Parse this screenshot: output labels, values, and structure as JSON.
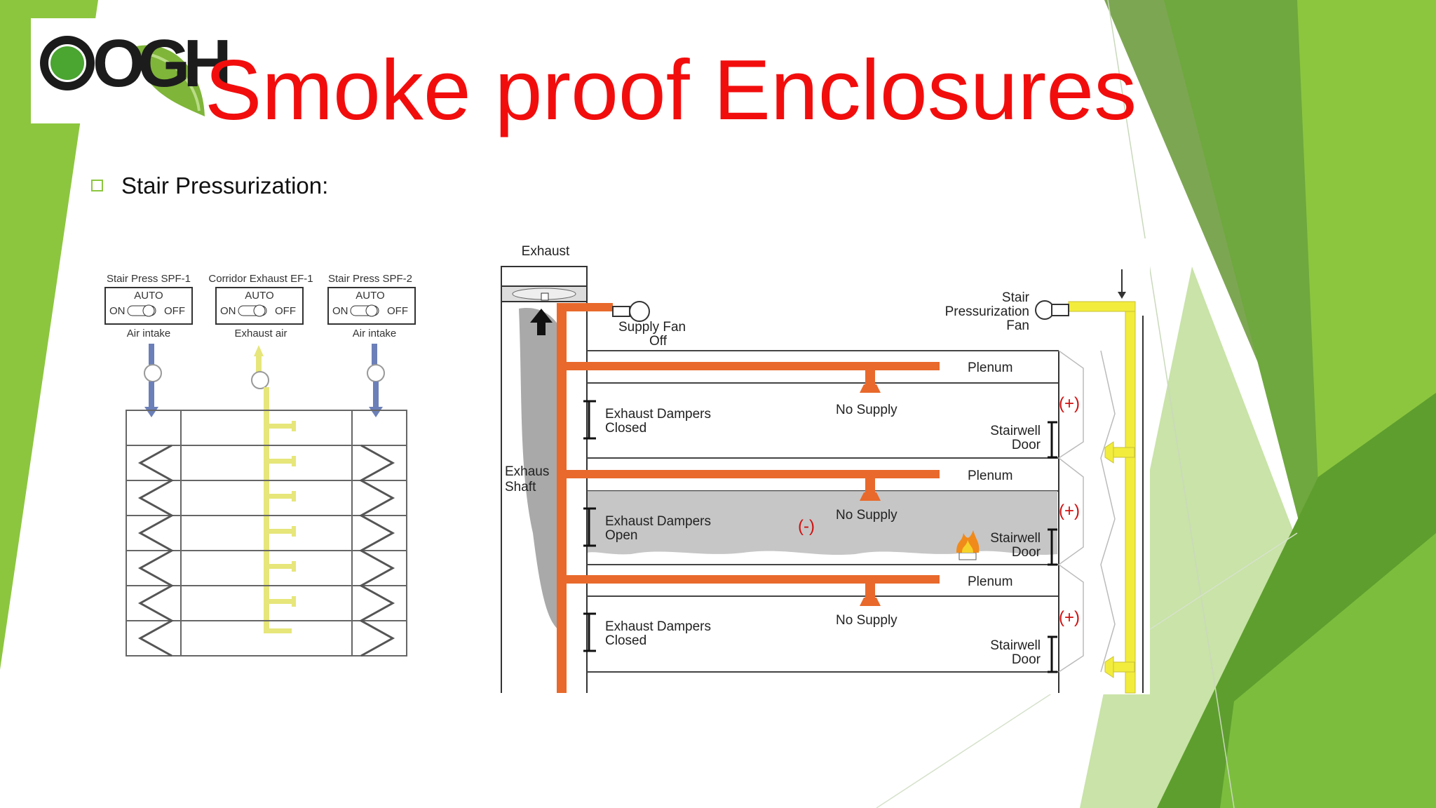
{
  "slide": {
    "title": "Smoke proof Enclosures",
    "bullet": "Stair Pressurization:"
  },
  "logo": {
    "text": "OGH"
  },
  "left_diagram": {
    "panels": [
      {
        "label": "Stair Press SPF-1",
        "mode": "AUTO",
        "on": "ON",
        "off": "OFF",
        "flow": "Air intake"
      },
      {
        "label": "Corridor Exhaust EF-1",
        "mode": "AUTO",
        "on": "ON",
        "off": "OFF",
        "flow": "Exhaust air"
      },
      {
        "label": "Stair Press SPF-2",
        "mode": "AUTO",
        "on": "ON",
        "off": "OFF",
        "flow": "Air intake"
      }
    ]
  },
  "right_diagram": {
    "exhaust": "Exhaust",
    "shaft_line1": "Exhaus",
    "shaft_line2": "Shaft",
    "supply_fan_line1": "Supply Fan",
    "supply_fan_line2": "Off",
    "stair_fan_line1": "Stair",
    "stair_fan_line2": "Pressurization",
    "stair_fan_line3": "Fan",
    "plenum": "Plenum",
    "no_supply": "No Supply",
    "dampers_closed_line1": "Exhaust Dampers",
    "dampers_closed_line2": "Closed",
    "dampers_open_line1": "Exhaust Dampers",
    "dampers_open_line2": "Open",
    "stairwell": "Stairwell",
    "door": "Door",
    "positive": "(+)",
    "negative": "(-)"
  },
  "colors": {
    "title": "#f20d0d",
    "green_dark": "#5a9a2e",
    "green_light": "#8cc63f",
    "duct_orange": "#e8692b",
    "duct_yellow": "#f2ec3c",
    "pipe_blue": "#6b7fb8",
    "pipe_yellow": "#e6e67a"
  }
}
